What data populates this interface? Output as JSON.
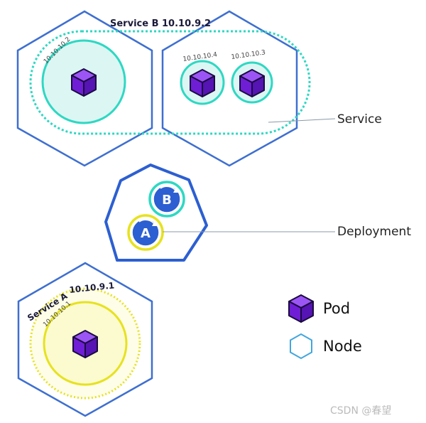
{
  "service_b": {
    "label": "Service B 10.10.9.2",
    "pod_ips": [
      "10.10.10.2",
      "10.10.10.4",
      "10.10.10.3"
    ]
  },
  "service_a": {
    "label": "Service A",
    "ip": "10.10.9.1",
    "pod_ip": "10.10.10.1"
  },
  "deployment": {
    "replicas": [
      "B",
      "A"
    ]
  },
  "callouts": {
    "service": "Service",
    "deployment": "Deployment"
  },
  "legend": {
    "pod": "Pod",
    "node": "Node"
  },
  "watermark": "CSDN @春望",
  "colors": {
    "node_outline": "#3e6fd0",
    "pod_purple": "#7a2fe0",
    "service_b_cyan": "#2ed8c3",
    "service_a_yellow": "#e7e21f",
    "replica_blue": "#2c5fd1"
  }
}
